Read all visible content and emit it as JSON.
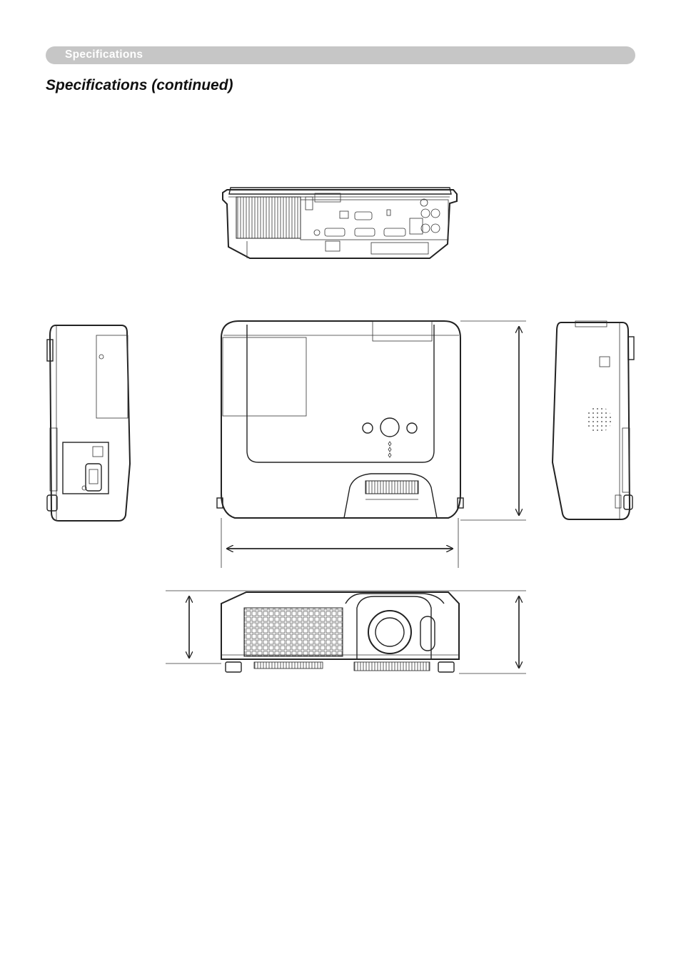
{
  "header": {
    "section_label": "Specifications"
  },
  "page": {
    "title": "Specifications (continued)"
  },
  "figure": {
    "views": [
      "rear-view",
      "left-side-view",
      "top-view",
      "right-side-view",
      "front-view"
    ],
    "stroke_color": "#222222",
    "header_bar_color": "#c6c6c6"
  }
}
